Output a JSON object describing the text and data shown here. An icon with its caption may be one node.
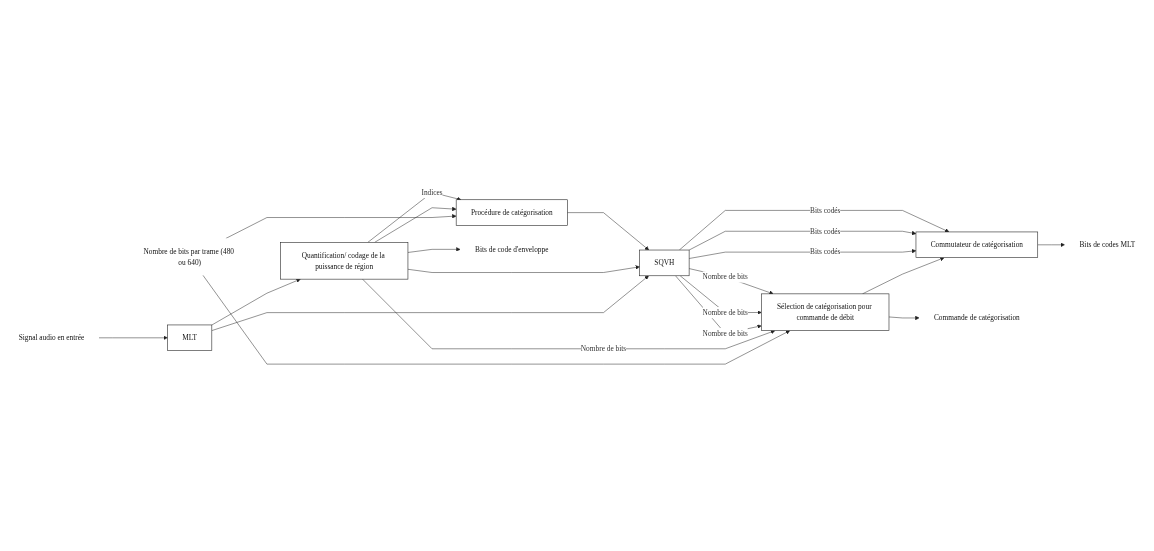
{
  "diagram": {
    "nodes": [
      {
        "text": [
          "MLT"
        ]
      },
      {
        "text": [
          "Quantification/ codage de la puissance de région"
        ]
      },
      {
        "text": [
          "Procédure de catégorisation"
        ]
      },
      {
        "text": [
          "SQVH"
        ]
      },
      {
        "text": [
          "Sélection de catégorisation pour commande de débit"
        ]
      },
      {
        "text": [
          "Commutateur de catégorisation"
        ]
      },
      {
        "text": [
          "Signal audio en entrée"
        ]
      },
      {
        "text": [
          "Nombre de bits par trame (480 ou 640)"
        ]
      },
      {
        "text": [
          "Bits de code d'enveloppe"
        ]
      },
      {
        "text": [
          "Commande de catégorisation"
        ]
      },
      {
        "text": [
          "Bits de codes MLT"
        ]
      }
    ],
    "edges": [
      {
        "from": 6,
        "to": 0,
        "arrow": "to"
      },
      {
        "from": 0,
        "to": 1,
        "arrow": "to"
      },
      {
        "from": 0,
        "to": 3,
        "arrow": "to"
      },
      {
        "from": 7,
        "to": 2,
        "arrow": "to"
      },
      {
        "from": 7,
        "to": 4,
        "arrow": "to"
      },
      {
        "from": 1,
        "to": 8,
        "arrow": "to"
      },
      {
        "from": 1,
        "to": 2,
        "arrow": "to"
      },
      {
        "from": 1,
        "to": 4,
        "arrow": "to",
        "label": "Nombre de bits"
      },
      {
        "from": 1,
        "to": 2,
        "arrow": "to",
        "label": "Indices"
      },
      {
        "from": 1,
        "to": 3,
        "arrow": "to"
      },
      {
        "from": 2,
        "to": 3,
        "arrow": "to"
      },
      {
        "from": 4,
        "to": 9,
        "arrow": "to"
      },
      {
        "from": 4,
        "to": 5,
        "arrow": "to"
      },
      {
        "from": 3,
        "to": 4,
        "arrow": "to",
        "label": "Nombre de bits"
      },
      {
        "from": 3,
        "to": 5,
        "arrow": "to",
        "label": "Bits codés"
      },
      {
        "from": 3,
        "to": 4,
        "arrow": "to",
        "label": "Nombre de bits"
      },
      {
        "from": 3,
        "to": 5,
        "arrow": "to",
        "label": "Bits codés"
      },
      {
        "from": 3,
        "to": 4,
        "arrow": "to",
        "label": "Nombre de bits"
      },
      {
        "from": 3,
        "to": 5,
        "arrow": "to",
        "label": "Bits codés"
      },
      {
        "from": 5,
        "to": 10,
        "arrow": "to"
      }
    ]
  }
}
